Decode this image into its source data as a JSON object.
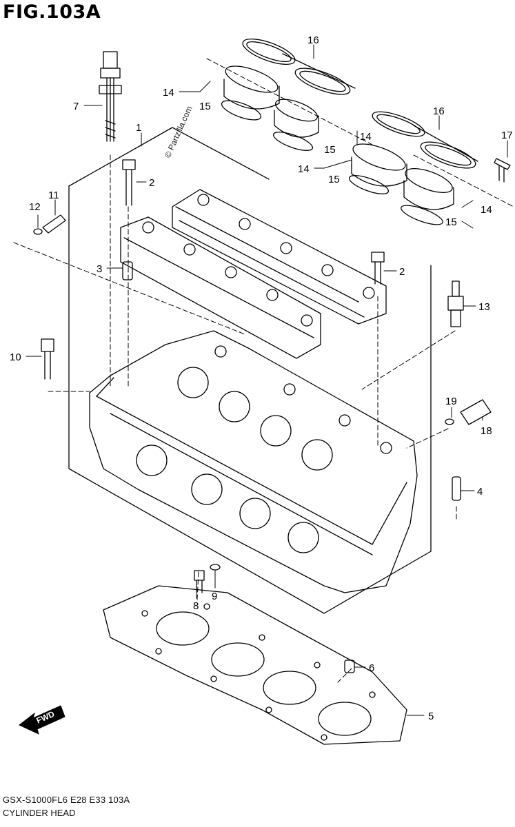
{
  "figure": {
    "title": "FIG.103A",
    "model_code": "GSX-S1000FL6  E28  E33  103A",
    "caption": "CYLINDER HEAD",
    "watermark": "© Partzilla.com",
    "fwd_label": "FWD"
  },
  "callouts": [
    {
      "id": "1",
      "label": "1"
    },
    {
      "id": "2a",
      "label": "2"
    },
    {
      "id": "2b",
      "label": "2"
    },
    {
      "id": "3",
      "label": "3"
    },
    {
      "id": "4",
      "label": "4"
    },
    {
      "id": "5",
      "label": "5"
    },
    {
      "id": "6",
      "label": "6"
    },
    {
      "id": "7",
      "label": "7"
    },
    {
      "id": "8",
      "label": "8"
    },
    {
      "id": "9",
      "label": "9"
    },
    {
      "id": "10",
      "label": "10"
    },
    {
      "id": "11",
      "label": "11"
    },
    {
      "id": "12",
      "label": "12"
    },
    {
      "id": "13",
      "label": "13"
    },
    {
      "id": "14a",
      "label": "14"
    },
    {
      "id": "14b",
      "label": "14"
    },
    {
      "id": "14c",
      "label": "14"
    },
    {
      "id": "14d",
      "label": "14"
    },
    {
      "id": "15a",
      "label": "15"
    },
    {
      "id": "15b",
      "label": "15"
    },
    {
      "id": "15c",
      "label": "15"
    },
    {
      "id": "15d",
      "label": "15"
    },
    {
      "id": "16a",
      "label": "16"
    },
    {
      "id": "16b",
      "label": "16"
    },
    {
      "id": "17",
      "label": "17"
    },
    {
      "id": "18",
      "label": "18"
    },
    {
      "id": "19",
      "label": "19"
    }
  ]
}
